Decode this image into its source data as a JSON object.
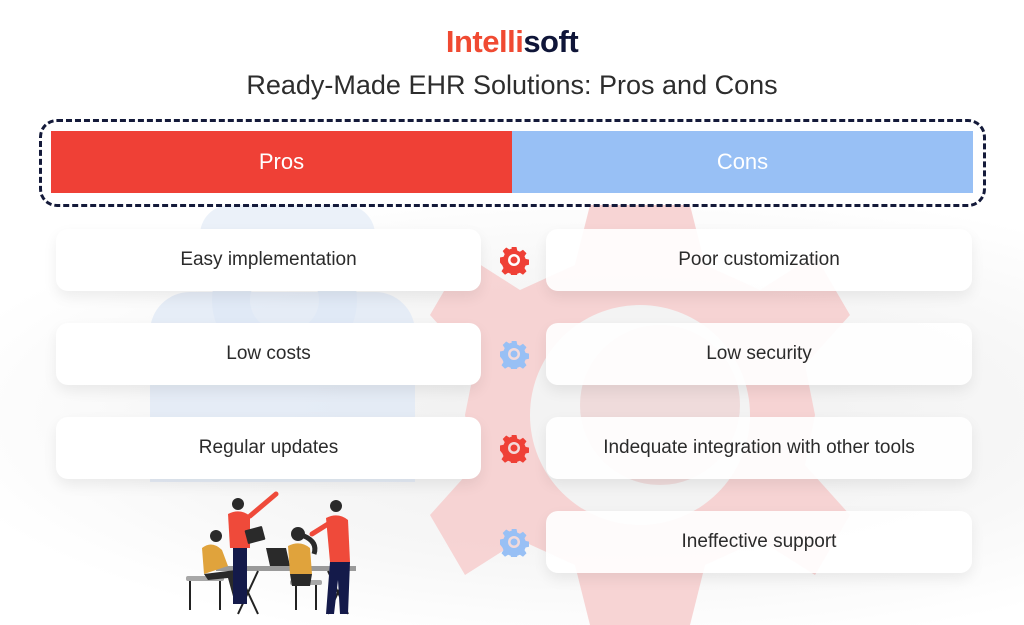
{
  "brand": {
    "name_part1": "Intelli",
    "name_part2": "soft",
    "accent": "#f04a32",
    "dark": "#0f1538"
  },
  "title": "Ready-Made EHR Solutions: Pros and Cons",
  "header": {
    "pros_label": "Pros",
    "cons_label": "Cons",
    "pros_color": "#ef4036",
    "cons_color": "#98c0f5"
  },
  "pros": [
    {
      "label": "Easy implementation"
    },
    {
      "label": "Low costs"
    },
    {
      "label": "Regular updates"
    }
  ],
  "cons": [
    {
      "label": "Poor customization",
      "icon": "gear-icon",
      "icon_color": "#ef4036"
    },
    {
      "label": "Low security",
      "icon": "gear-icon",
      "icon_color": "#98c0f5"
    },
    {
      "label": "Indequate integration with other tools",
      "icon": "gear-icon",
      "icon_color": "#ef4036"
    },
    {
      "label": "Ineffective support",
      "icon": "gear-icon",
      "icon_color": "#98c0f5"
    }
  ],
  "illustration": "team-working-illustration"
}
